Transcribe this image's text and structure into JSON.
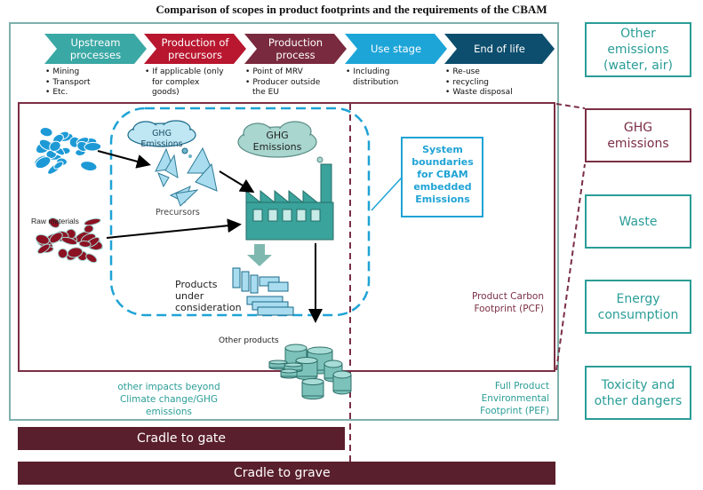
{
  "title": "Comparison of scopes in product footprints and the requirements of the CBAM",
  "stages": [
    {
      "label": "Upstream\nprocesses",
      "color": "#3aa8a4",
      "bullets": [
        "Mining",
        "Transport",
        "Etc."
      ]
    },
    {
      "label": "Production of\nprecursors",
      "color": "#b8172f",
      "bullets": [
        "If applicable (only|for complex|goods)"
      ]
    },
    {
      "label": "Production\nprocess",
      "color": "#7a2a3e",
      "bullets": [
        "Point of MRV",
        "Producer outside|the EU"
      ]
    },
    {
      "label": "Use stage",
      "color": "#1ea5d8",
      "bullets": [
        "Including|distribution"
      ]
    },
    {
      "label": "End of life",
      "color": "#0d4e6e",
      "bullets": [
        "Re-use",
        "recycling",
        "Waste disposal"
      ]
    }
  ],
  "diagram": {
    "ghg_cloud_small": "GHG\nEmissions",
    "ghg_cloud_large": "GHG\nEmissions",
    "precursors_label": "Precursors",
    "raw_materials_label": "Raw materials",
    "products_label": "Products\nunder\nconsideration",
    "other_products_label": "Other products",
    "system_boundaries": "System\nboundaries\nfor CBAM\nembedded\nEmissions",
    "pcf_label": "Product Carbon\nFootprint (PCF)",
    "pef_label": "Full Product\nEnvironmental\nFootprint (PEF)",
    "other_impacts_label": "other impacts beyond\nClimate change/GHG\nemissions"
  },
  "side_boxes": [
    {
      "label": "Other\nemissions\n(water, air)",
      "type": "teal"
    },
    {
      "label": "GHG\nemissions",
      "type": "maroon"
    },
    {
      "label": "Waste",
      "type": "teal"
    },
    {
      "label": "Energy\nconsumption",
      "type": "teal"
    },
    {
      "label": "Toxicity and\nother dangers",
      "type": "teal"
    }
  ],
  "bars": {
    "cradle_to_gate": "Cradle to gate",
    "cradle_to_grave": "Cradle to grave"
  },
  "colors": {
    "teal": "#2a9d97",
    "maroon": "#7b2f45",
    "cbam_blue": "#1fa3d5",
    "bar": "#5a1f2c",
    "raw_blue": "#1d9ad6",
    "raw_red": "#8c1223"
  }
}
